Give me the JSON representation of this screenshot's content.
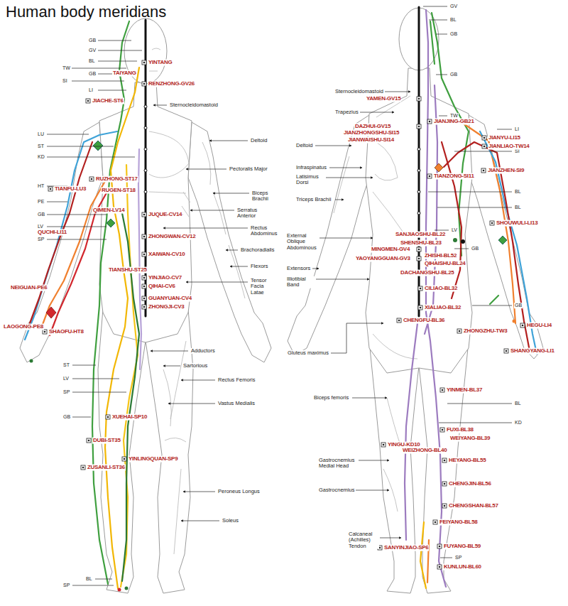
{
  "diagram": {
    "title": "Human body meridians",
    "labels": [
      "GB",
      "GV",
      "BL",
      "TW",
      "GB",
      "SI",
      "LI",
      "LU",
      "ST",
      "KD",
      "HT",
      "PE",
      "GB",
      "LV",
      "SP",
      "ST",
      "LV",
      "SP",
      "GB",
      "BL",
      "SP",
      "YINTANG",
      "TAIYANG",
      "RENZHONG-GV26",
      "JIACHE-ST6",
      "RUZHONG-ST17",
      "TIANFU-LU3",
      "RUGEN-ST18",
      "QIMEN-LV14",
      "JUQUE-CV14",
      "QUCHI-LI11",
      "ZHONGWAN-CV12",
      "XAIWAN-CV10",
      "TIANSHU-ST25",
      "YINJIAO-CV7",
      "QIHAI-CV6",
      "GUANYUAN-CV4",
      "ZHONGJI-CV3",
      "NEIGUAN-PE6",
      "LAOGONG-PE8",
      "SHAOFU-HT8",
      "XUEHAI-SP10",
      "DUBI-ST35",
      "YINLINGQUAN-SP9",
      "ZUSANLI-ST36",
      "Sternocleidomastoid",
      "Deltoid",
      "Pectoralis Major",
      "Biceps Brachii",
      "Serratus Anterior",
      "Rectus Abdominus",
      "Brachoradialis",
      "Flexors",
      "Tensor Facia Latae",
      "Adductors",
      "Sartorious",
      "Rectus Femoris",
      "Vastus Medialis",
      "Peroneus Longus",
      "Soleus",
      "GV",
      "BL",
      "GB",
      "GB",
      "TW",
      "LI",
      "SI",
      "BL",
      "BL",
      "LV",
      "GB",
      "GB",
      "BL",
      "KD",
      "SP",
      "Sternocleidomastoid",
      "Trapezius",
      "Deltoid",
      "Infraspinatus",
      "Latisimus Dorsi",
      "Triceps Brachii",
      "External Oblique Abdominous",
      "Extensors",
      "Illiotibial Band",
      "Gluteus maximus",
      "Biceps femoris",
      "Gastrocnemius Medial Head",
      "Gastrocnemius",
      "Calcaneal (Achilles) Tendon",
      "YAMEN-GV15",
      "DAZHUI-GV15",
      "JIANZHONGSHU-SI15",
      "JIANWAISHU-SI14",
      "JIANJING-GB21",
      "JIANYU-LI15",
      "JIANLIAO-TW14",
      "TIANZONG-SI11",
      "JIANZHEN-SI9",
      "SHOUWULI-LI13",
      "SANJIAOSHU-BL22",
      "SHENSHU-BL23",
      "MINGMEN-GV4",
      "ZHISHI-BL52",
      "YAOYANGGUAN-GV3",
      "QIHAISHU-BL24",
      "DACHANGSHU-BL25",
      "CILIAO-BL32",
      "XIALIAO-BL32",
      "CHENGFU-BL36",
      "HEGU-LI4",
      "ZHONGZHU-TW3",
      "SHANGYANG-LI1",
      "YINMEN-BL37",
      "FUXI-BL38",
      "WEIYANG-BL39",
      "YINGU-KD10",
      "WEIZHONG-BL40",
      "HEYANG-BL55",
      "CHENGJIN-BL56",
      "CHENGSHAN-BL57",
      "FEIYANG-BL58",
      "SANYINJIAO-SP6",
      "FUYANG-BL59",
      "KUNLUN-BL60"
    ]
  }
}
